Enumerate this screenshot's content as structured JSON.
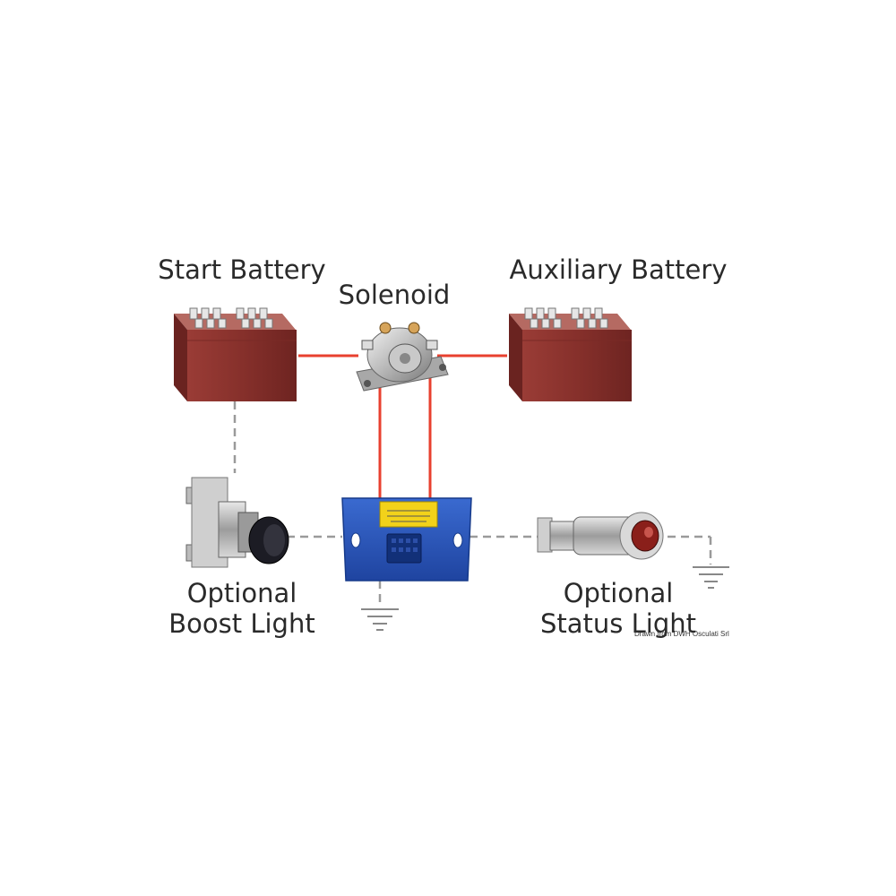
{
  "diagram": {
    "labels": {
      "start_battery": "Start Battery",
      "solenoid": "Solenoid",
      "auxiliary_battery": "Auxiliary Battery",
      "boost_light": [
        "Optional",
        "Boost Light"
      ],
      "status_light": [
        "Optional",
        "Status Light"
      ]
    },
    "credit": "Drawn from DWH Osculati Srl",
    "colors": {
      "power_wire": "#e8402f",
      "signal_wire": "#9a9a9a",
      "battery": "#8a2e2a",
      "module": "#2a55b8",
      "module_label": "#f2d21a"
    }
  }
}
